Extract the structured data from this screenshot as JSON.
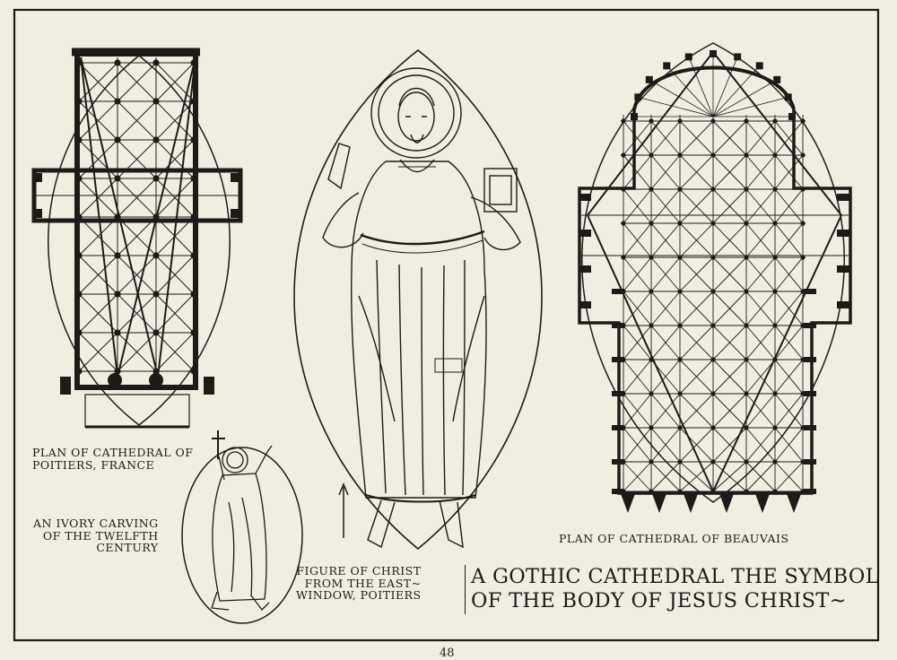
{
  "plate": {
    "title_line_1": "A GOTHIC CATHEDRAL THE SYMBOL",
    "title_line_2": "OF THE BODY OF JESUS CHRIST~",
    "page_number": "48"
  },
  "figures": {
    "poitiers_plan": {
      "caption": "PLAN OF CATHEDRAL OF POITIERS, FRANCE"
    },
    "ivory_carving": {
      "caption_lines": [
        "AN IVORY CARVING",
        "OF THE TWELFTH",
        "CENTURY"
      ]
    },
    "christ_figure": {
      "caption_lines": [
        "FIGURE OF CHRIST",
        "FROM THE EAST~",
        "WINDOW, POITIERS"
      ]
    },
    "beauvais_plan": {
      "caption": "PLAN OF CATHEDRAL OF BEAUVAIS"
    }
  },
  "colors": {
    "paper": "#f1ede1",
    "ink": "#1d1b18"
  }
}
